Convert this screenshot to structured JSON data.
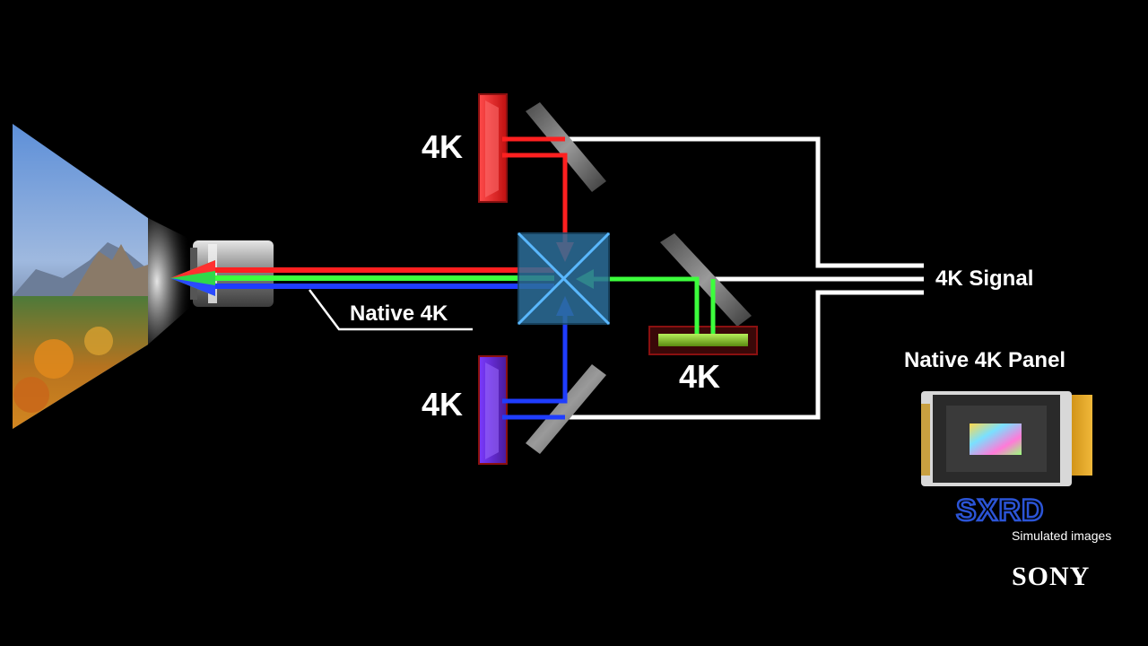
{
  "labels": {
    "red_panel": "4K",
    "green_panel": "4K",
    "blue_panel": "4K",
    "native_4k": "Native 4K",
    "signal": "4K Signal",
    "panel_title": "Native 4K Panel",
    "sxrd_logo": "SXRD",
    "simulated": "Simulated images",
    "brand": "SONY"
  },
  "colors": {
    "background": "#000000",
    "red_beam": "#ff2020",
    "green_beam": "#3cff3c",
    "blue_beam": "#1f3dff",
    "signal_wire": "#ffffff",
    "prism": "#2d6f9a",
    "panel_frame": "#8a1010",
    "sxrd_logo": "#2b54d6"
  }
}
